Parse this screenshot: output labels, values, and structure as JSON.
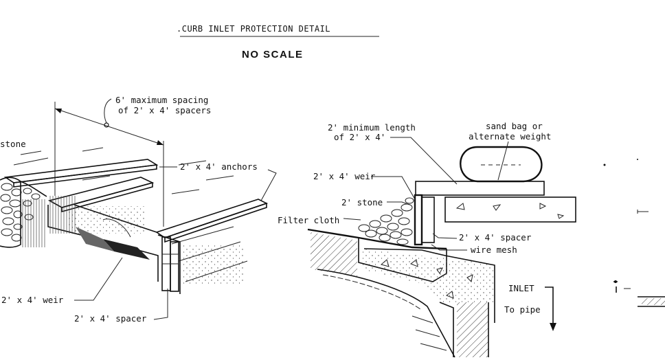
{
  "title": ".CURB INLET PROTECTION DETAIL",
  "subtitle": "NO SCALE",
  "left": {
    "stone": "stone",
    "spacing_1": "6' maximum spacing",
    "spacing_2": "of 2' x 4' spacers",
    "anchors": "2' x 4' anchors",
    "weir": "2' x 4' weir",
    "spacer": "2' x 4' spacer"
  },
  "right": {
    "min_len_1": "2' minimum length",
    "min_len_2": "of 2' x 4'",
    "sandbag_1": "sand bag or",
    "sandbag_2": "alternate weight",
    "weir": "2' x 4' weir",
    "stone": "2' stone",
    "filter": "Filter cloth",
    "spacer": "2' x 4' spacer",
    "mesh": "wire mesh",
    "inlet": "INLET",
    "pipe": "To pipe"
  }
}
